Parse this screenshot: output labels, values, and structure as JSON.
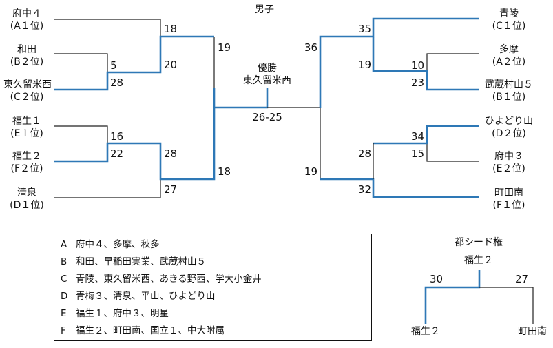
{
  "title": "男子",
  "colors": {
    "line": "#222222",
    "win": "#2e78b6"
  },
  "left_teams": [
    {
      "name": "府中４",
      "seed": "(A１位)"
    },
    {
      "name": "和田",
      "seed": "(B２位)"
    },
    {
      "name": "東久留米西",
      "seed": "(C２位)"
    },
    {
      "name": "福生１",
      "seed": "(E１位)"
    },
    {
      "name": "福生２",
      "seed": "(F２位)"
    },
    {
      "name": "清泉",
      "seed": "(D１位)"
    }
  ],
  "right_teams": [
    {
      "name": "青陵",
      "seed": "(C１位)"
    },
    {
      "name": "多摩",
      "seed": "(A２位)"
    },
    {
      "name": "武蔵村山５",
      "seed": "(B１位)"
    },
    {
      "name": "ひよどり山",
      "seed": "(D２位)"
    },
    {
      "name": "府中３",
      "seed": "(E２位)"
    },
    {
      "name": "町田南",
      "seed": "(F１位)"
    }
  ],
  "scores": {
    "l_r1a_top": "5",
    "l_r1a_bot": "28",
    "l_r1b_top": "16",
    "l_r1b_bot": "22",
    "l_r2a_top": "18",
    "l_r2a_bot": "20",
    "l_r2b_top": "28",
    "l_r2b_bot": "27",
    "l_semi_top": "19",
    "l_semi_bot": "18",
    "r_r1a_top": "10",
    "r_r1a_bot": "23",
    "r_r1b_top": "34",
    "r_r1b_bot": "15",
    "r_r2a_top": "35",
    "r_r2a_bot": "19",
    "r_r2b_top": "28",
    "r_r2b_bot": "32",
    "r_semi_top": "36",
    "r_semi_bot": "19",
    "final": "26-25"
  },
  "champion": {
    "label": "優勝",
    "name": "東久留米西"
  },
  "legend": [
    {
      "key": "A",
      "teams": "府中４、多摩、秋多"
    },
    {
      "key": "B",
      "teams": "和田、早稲田実業、武蔵村山５"
    },
    {
      "key": "C",
      "teams": "青陵、東久留米西、あきる野西、学大小金井"
    },
    {
      "key": "D",
      "teams": "青梅３、清泉、平山、ひよどり山"
    },
    {
      "key": "E",
      "teams": "福生１、府中３、明星"
    },
    {
      "key": "F",
      "teams": "福生２、町田南、国立１、中大附属"
    }
  ],
  "seed_playoff": {
    "title": "都シード権",
    "winner": "福生２",
    "left_name": "福生２",
    "left_score": "30",
    "right_name": "町田南",
    "right_score": "27"
  }
}
